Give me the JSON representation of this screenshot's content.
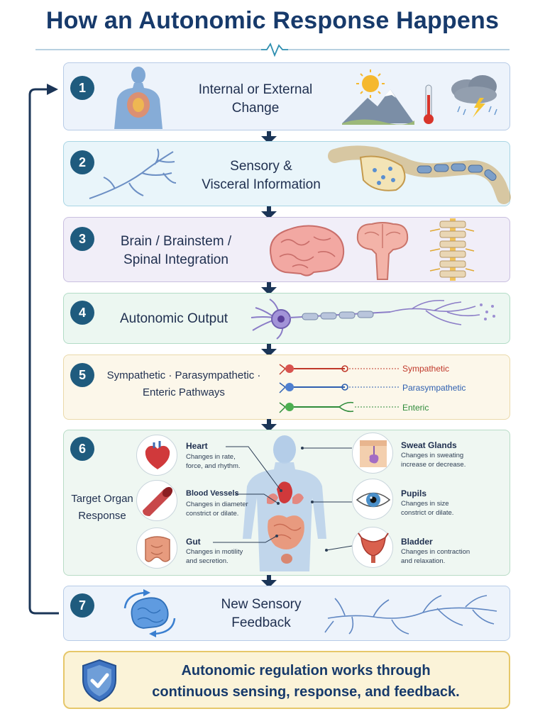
{
  "title": "How an Autonomic Response Happens",
  "steps": [
    {
      "number": "1",
      "line1": "Internal or External",
      "line2": "Change"
    },
    {
      "number": "2",
      "line1": "Sensory &",
      "line2": "Visceral Information"
    },
    {
      "number": "3",
      "line1": "Brain / Brainstem /",
      "line2": "Spinal Integration"
    },
    {
      "number": "4",
      "line1": "Autonomic Output"
    },
    {
      "number": "5",
      "line1": "Sympathetic · Parasympathetic ·",
      "line2": "Enteric Pathways"
    },
    {
      "number": "6",
      "line1": "Target Organ",
      "line2": "Response"
    },
    {
      "number": "7",
      "line1": "New Sensory",
      "line2": "Feedback"
    }
  ],
  "pathways": [
    {
      "label": "Sympathetic",
      "color": "#c0392b"
    },
    {
      "label": "Parasympathetic",
      "color": "#2e5fb0"
    },
    {
      "label": "Enteric",
      "color": "#2e8b3a"
    }
  ],
  "organs": {
    "left": [
      {
        "title": "Heart",
        "desc1": "Changes in rate,",
        "desc2": "force, and rhythm."
      },
      {
        "title": "Blood Vessels",
        "desc1": "Changes in diameter",
        "desc2": "constrict or dilate."
      },
      {
        "title": "Gut",
        "desc1": "Changes in motility",
        "desc2": "and secretion."
      }
    ],
    "right": [
      {
        "title": "Sweat Glands",
        "desc1": "Changes in sweating",
        "desc2": "increase or decrease."
      },
      {
        "title": "Pupils",
        "desc1": "Changes in size",
        "desc2": "constrict or dilate."
      },
      {
        "title": "Bladder",
        "desc1": "Changes in contraction",
        "desc2": "and relaxation."
      }
    ]
  },
  "summary": {
    "line1": "Autonomic regulation works through",
    "line2": "continuous sensing, response, and feedback."
  },
  "colors": {
    "accent": "#173a6b",
    "badge": "#1f5b7e",
    "arrow": "#1b3557"
  }
}
